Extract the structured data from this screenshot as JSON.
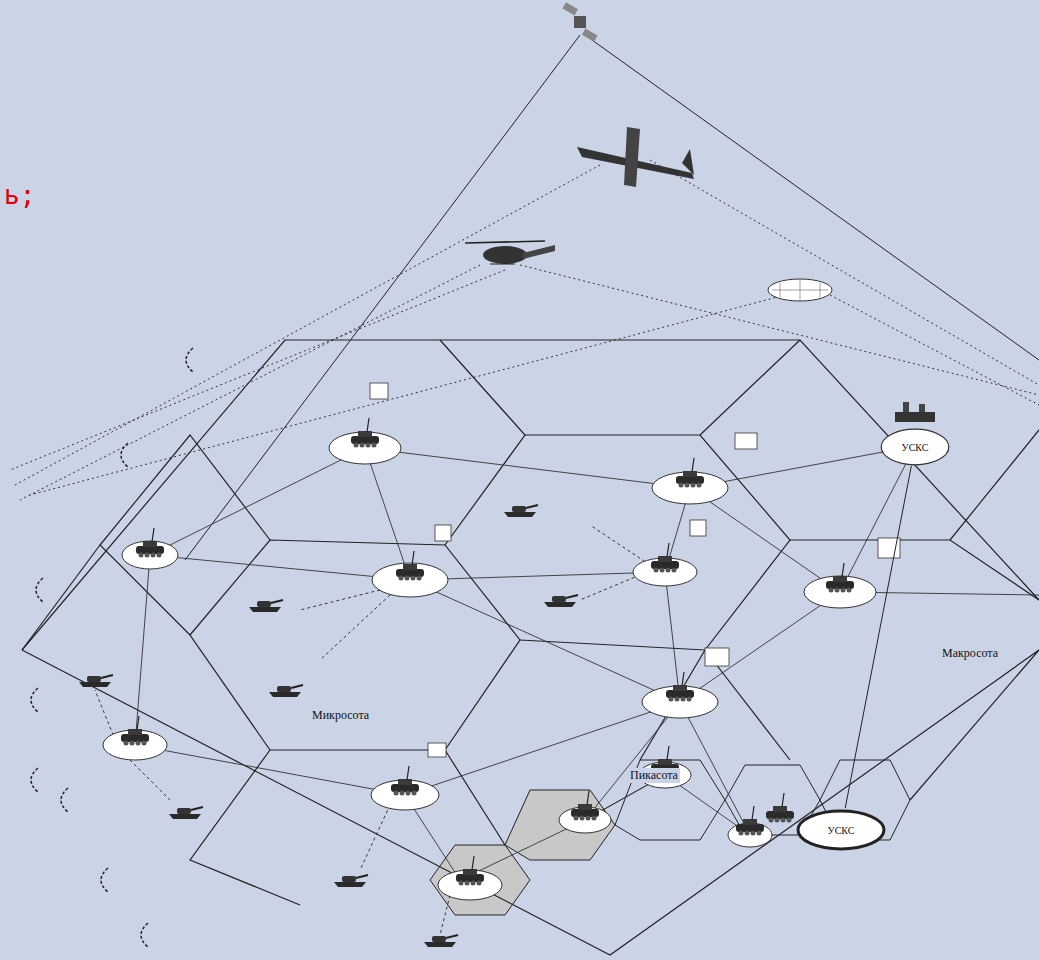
{
  "diagram": {
    "nodes": [
      {
        "text": [
          "УСКС"
        ]
      },
      {
        "text": [
          "УСКС"
        ]
      }
    ],
    "edges": [
      {
        "from": 0,
        "to": 1,
        "arrow": "none"
      }
    ],
    "labels": [
      "ь;",
      "Микросота",
      "Макросота",
      "Пикасота"
    ]
  }
}
